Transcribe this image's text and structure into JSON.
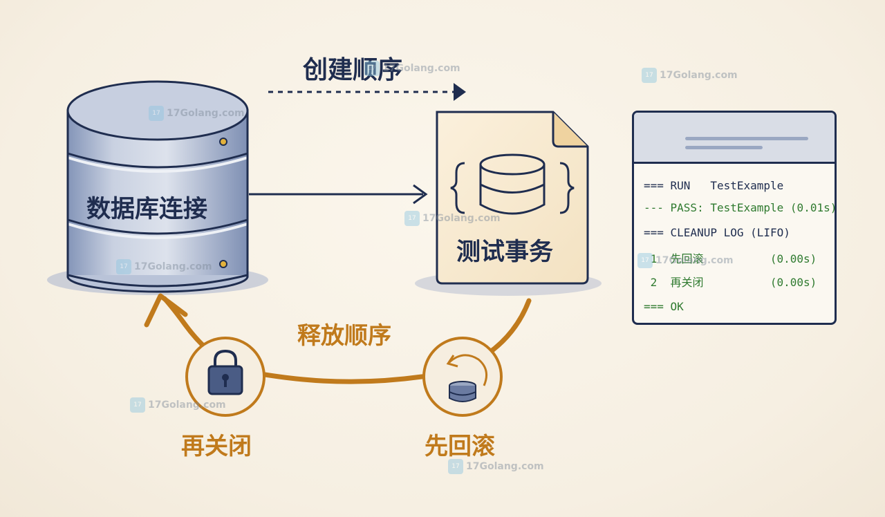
{
  "labels": {
    "create_order": "创建顺序",
    "db_connection": "数据库连接",
    "test_transaction": "测试事务",
    "release_order": "释放顺序",
    "close_second": "再关闭",
    "rollback_first": "先回滚"
  },
  "console": {
    "lines": [
      {
        "text": "=== RUN   TestExample",
        "color": "dark"
      },
      {
        "text": "--- PASS: TestExample (0.01s)",
        "color": "green"
      },
      {
        "text": "=== CLEANUP LOG (LIFO)",
        "color": "dark"
      },
      {
        "text": " 1  先回滚          (0.00s)",
        "color": "green"
      },
      {
        "text": " 2  再关闭          (0.00s)",
        "color": "green"
      },
      {
        "text": "=== OK",
        "color": "green"
      }
    ]
  },
  "watermark": {
    "text": "17Golang.com",
    "badge": "17"
  },
  "icons": {
    "check": "check-circle-icon",
    "lock": "padlock-icon",
    "rollback": "undo-database-icon",
    "database": "database-cylinder-icon",
    "document": "document-icon"
  },
  "colors": {
    "navy": "#1f2d4f",
    "orange": "#c07a1c",
    "green": "#2f7a2f",
    "background": "#f7f1e6"
  }
}
